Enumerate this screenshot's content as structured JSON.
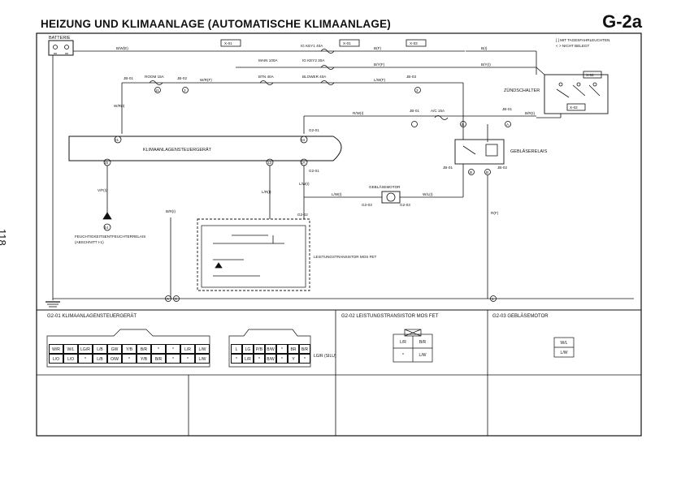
{
  "header": {
    "title": "HEIZUNG UND KLIMAANLAGE (AUTOMATISCHE KLIMAANLAGE)",
    "code": "G-2a",
    "page_number": "118"
  },
  "diagram": {
    "battery": "BATTERIE",
    "note_line1": "[ ] MIT TAGESFAHRLEUCHTEN",
    "note_line2": "< > NICHT BELEGT",
    "fuses": {
      "ig_key1": "IG KEY1 40A",
      "main": "MAIN 100A",
      "ig_key2": "IG KEY2 30A",
      "btn": "BTN 40A",
      "blower": "BLOWER 40A",
      "room": "ROOM 15A",
      "ac": "A/C 15A"
    },
    "connectors": {
      "x01": "X-01",
      "x01b": "X-01",
      "x03": "X-03",
      "x02": "X-02",
      "x02b": "X-02",
      "jb01a": "JB-01",
      "jb02a": "JB-02",
      "jb03": "JB-03",
      "jb01b": "JB-01",
      "jb01c": "JB-01",
      "jb02b": "JB-02",
      "jb01d": "JB-01",
      "g201a": "G2-01",
      "g201b": "G2-01",
      "g202": "G2-02",
      "g203a": "G2-03",
      "g203b": "G2-03"
    },
    "wires": {
      "w_bwe": "B/W(E)",
      "w_bf": "B(F)",
      "w_bi": "B(I)",
      "w_byf": "B/Y(F)",
      "w_byi": "B/Y(I)",
      "w_wrf": "W/R(F)",
      "w_lwf": "L/W(F)",
      "w_wri": "W/R(I)",
      "w_rwi": "R/W(I)",
      "w_bri": "B/R(I)",
      "w_vfi": "V/F(I)",
      "w_lri": "L/R(I)",
      "w_lwi": "L/W(I)",
      "w_lwi2": "L/W(I)",
      "w_wli": "W/L(I)",
      "w_bri2": "B/R(I)",
      "w_rf": "R(F)"
    },
    "components": {
      "ignition": "ZÜNDSCHALTER",
      "climate_ecu": "KLIMAANLAGENSTEUERGERÄT",
      "blower_relay": "GEBLÄSERELAIS",
      "blower_motor": "GEBLÄSEMOTOR",
      "transistor": "LEISTUNGSTRANSISTOR MOS FET",
      "fan_relay": "FEUCHTIGKEITSENTFEUCHTERRELAIS",
      "fan_relay_ref": "(ABSCHNITT I-1)"
    },
    "terminals": {
      "t11": "11",
      "t3": "3",
      "t3b": "3",
      "t21": "21",
      "t24": "24",
      "t15": "15",
      "t13": "13",
      "t1a": "1A",
      "t44": "44",
      "ta": "A",
      "tb": "B",
      "tbb": "B",
      "t1": "1",
      "tb2": "B",
      "tc": "C",
      "t_a": "A"
    }
  },
  "bottom": {
    "panel1_title": "G2-01 KLIMAANLAGENSTEUERGERÄT",
    "panel2_title": "G2-02 LEISTUNGSTRANSISTOR MOS FET",
    "panel3_title": "G2-03 GEBLÄSEMOTOR",
    "conn1_row1": [
      "",
      "",
      "",
      "",
      "",
      "",
      "",
      "",
      "",
      "",
      ""
    ],
    "conn1_row2": [
      "W/R",
      "W/L",
      "LG/R",
      "L/B",
      "GW",
      "Y/B",
      "B/R",
      "*",
      "*",
      "L/R",
      "L/W"
    ],
    "conn1_row3": [
      "L/O",
      "L/O",
      "*",
      "L/B",
      "O/W",
      "*",
      "Y/B",
      "B/R",
      "*",
      "*",
      "L/W"
    ],
    "conn2_row2": [
      "L",
      "LG",
      "P/B",
      "B/W",
      "*",
      "BR",
      "B/R"
    ],
    "conn2_row3": [
      "*",
      "L/R",
      "*",
      "B/W",
      "*",
      "Y",
      "*"
    ],
    "conn2_side": "LG/R (SILU)",
    "conn3_cells": [
      "L/R",
      "B/R",
      "*",
      "L/W"
    ],
    "conn4_cells": [
      "W/L",
      "L/W"
    ]
  }
}
